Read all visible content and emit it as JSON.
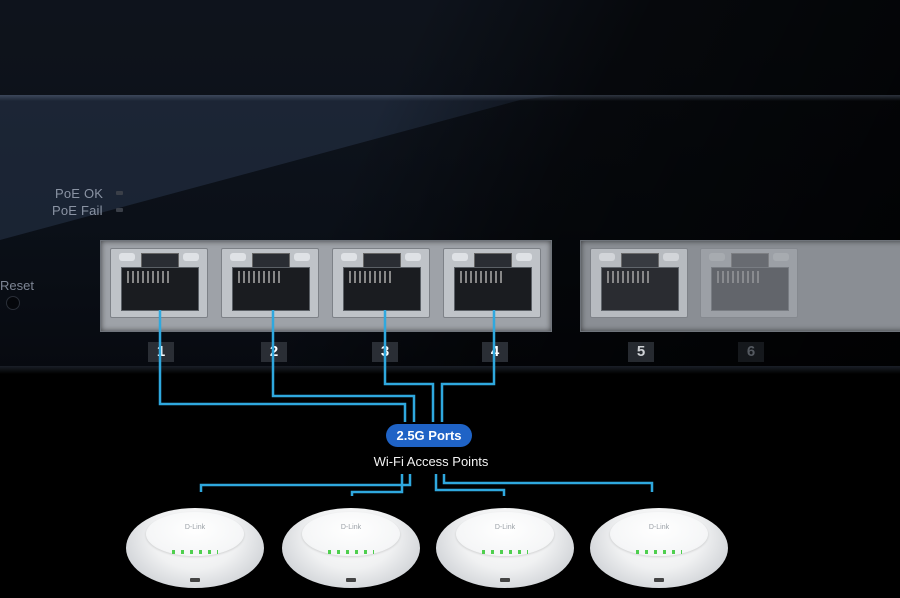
{
  "leds": {
    "poe_ok": "PoE OK",
    "poe_fail": "PoE Fail"
  },
  "reset": "Reset",
  "ports": [
    "1",
    "2",
    "3",
    "4",
    "5",
    "6"
  ],
  "badge": "2.5G Ports",
  "caption": "Wi-Fi  Access Points",
  "ap_logo": "D-Link",
  "colors": {
    "cable": "#2fa8de",
    "badge": "#1f63c6"
  }
}
